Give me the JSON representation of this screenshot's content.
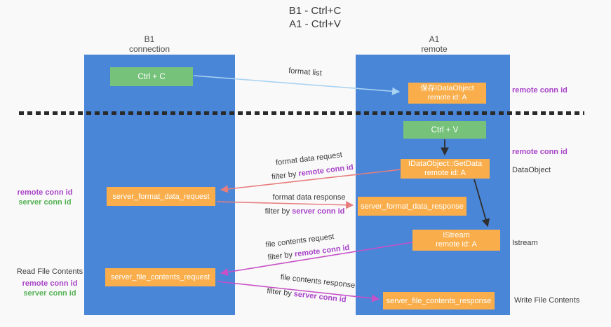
{
  "title": {
    "line1": "B1 - Ctrl+C",
    "line2": "A1 - Ctrl+V"
  },
  "columns": {
    "left": {
      "name": "B1",
      "role": "connection"
    },
    "right": {
      "name": "A1",
      "role": "remote"
    }
  },
  "nodes": {
    "ctrl_c": {
      "label": "Ctrl + C"
    },
    "ctrl_v": {
      "label": "Ctrl + V"
    },
    "save_idataobject": {
      "line1": "保存IDataObject",
      "line2": "remote id: A"
    },
    "idataobject_getdata": {
      "line1": "IDataObject::GetData",
      "line2": "remote id: A"
    },
    "istream": {
      "line1": "IStream",
      "line2": "remote id: A"
    },
    "server_format_data_request": {
      "label": "server_format_data_request"
    },
    "server_format_data_response": {
      "label": "server_format_data_response"
    },
    "server_file_contents_request": {
      "label": "server_file_contents_request"
    },
    "server_file_contents_response": {
      "label": "server_file_contents_response"
    }
  },
  "edges": {
    "format_list": {
      "label": "format list"
    },
    "format_data_request": {
      "label": "format data request",
      "filter_prefix": "filter by ",
      "filter_key": "remote conn id"
    },
    "format_data_response": {
      "label": "format data response",
      "filter_prefix": "filter by ",
      "filter_key": "server conn id"
    },
    "file_contents_request": {
      "label": "file contents request",
      "filter_prefix": "filter by ",
      "filter_key": "remote conn id"
    },
    "file_contents_response": {
      "label": "file contents response",
      "filter_prefix": "filter by ",
      "filter_key": "server conn id"
    }
  },
  "annotations": {
    "remote_conn_id_right_top": "remote conn id",
    "remote_conn_id_right_mid": "remote conn id",
    "dataobject": "DataObject",
    "istream": "Istream",
    "write_file_contents": "Write File Contents",
    "remote_conn_id_left_mid": "remote conn id",
    "server_conn_id_left_mid": "server conn id",
    "read_file_contents": "Read File Contents",
    "remote_conn_id_left_bottom": "remote conn id",
    "server_conn_id_left_bottom": "server conn id"
  },
  "colors": {
    "column_blue": "#4a86d8",
    "node_green": "#76c27a",
    "node_orange": "#f9ae4b",
    "arrow_lightblue": "#a9d3f2",
    "arrow_salmon": "#e87d7d",
    "arrow_magenta": "#c750c7",
    "arrow_black": "#2f2f2f",
    "text_purple": "#a844c8",
    "text_green": "#54b154",
    "background": "#f9f9f9"
  }
}
